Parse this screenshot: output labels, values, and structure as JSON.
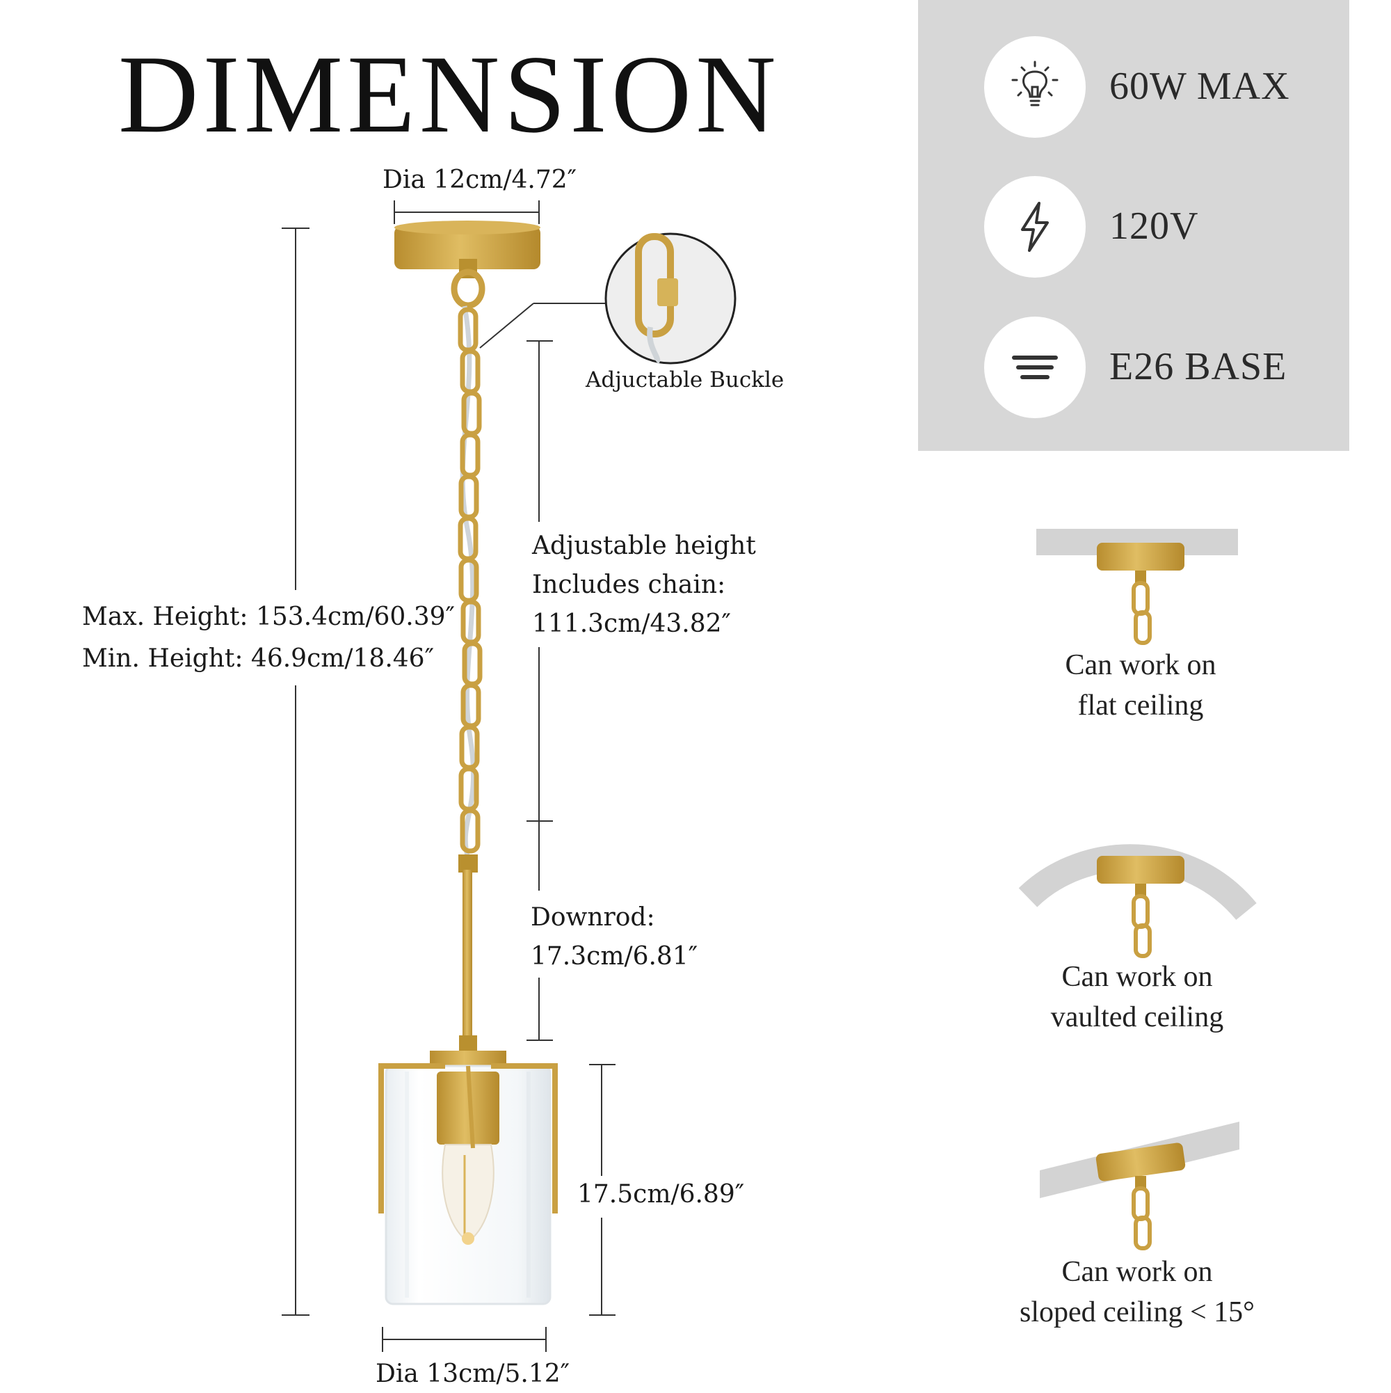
{
  "title": "DIMENSION",
  "dimensions": {
    "canopy_dia": "Dia 12cm/4.72″",
    "max_height": "Max. Height: 153.4cm/60.39″",
    "min_height": "Min. Height: 46.9cm/18.46″",
    "buckle": "Adjuctable Buckle",
    "chain_line1": "Adjustable height",
    "chain_line2": "Includes chain:",
    "chain_line3": "111.3cm/43.82″",
    "downrod_line1": "Downrod:",
    "downrod_line2": "17.3cm/6.81″",
    "shade_height": "17.5cm/6.89″",
    "shade_dia": "Dia 13cm/5.12″"
  },
  "specs": [
    {
      "icon": "lightbulb-icon",
      "label": "60W MAX"
    },
    {
      "icon": "lightning-bolt-icon",
      "label": "120V"
    },
    {
      "icon": "bulb-base-icon",
      "label": "E26 BASE"
    }
  ],
  "ceilings": [
    {
      "line1": "Can work on",
      "line2": "flat ceiling"
    },
    {
      "line1": "Can work on",
      "line2": "vaulted ceiling"
    },
    {
      "line1": "Can work on",
      "line2": "sloped ceiling < 15°"
    }
  ],
  "colors": {
    "gold": "#c9a042",
    "spec_panel": "#d7d7d7",
    "ceiling_gray": "#d3d3d3"
  }
}
